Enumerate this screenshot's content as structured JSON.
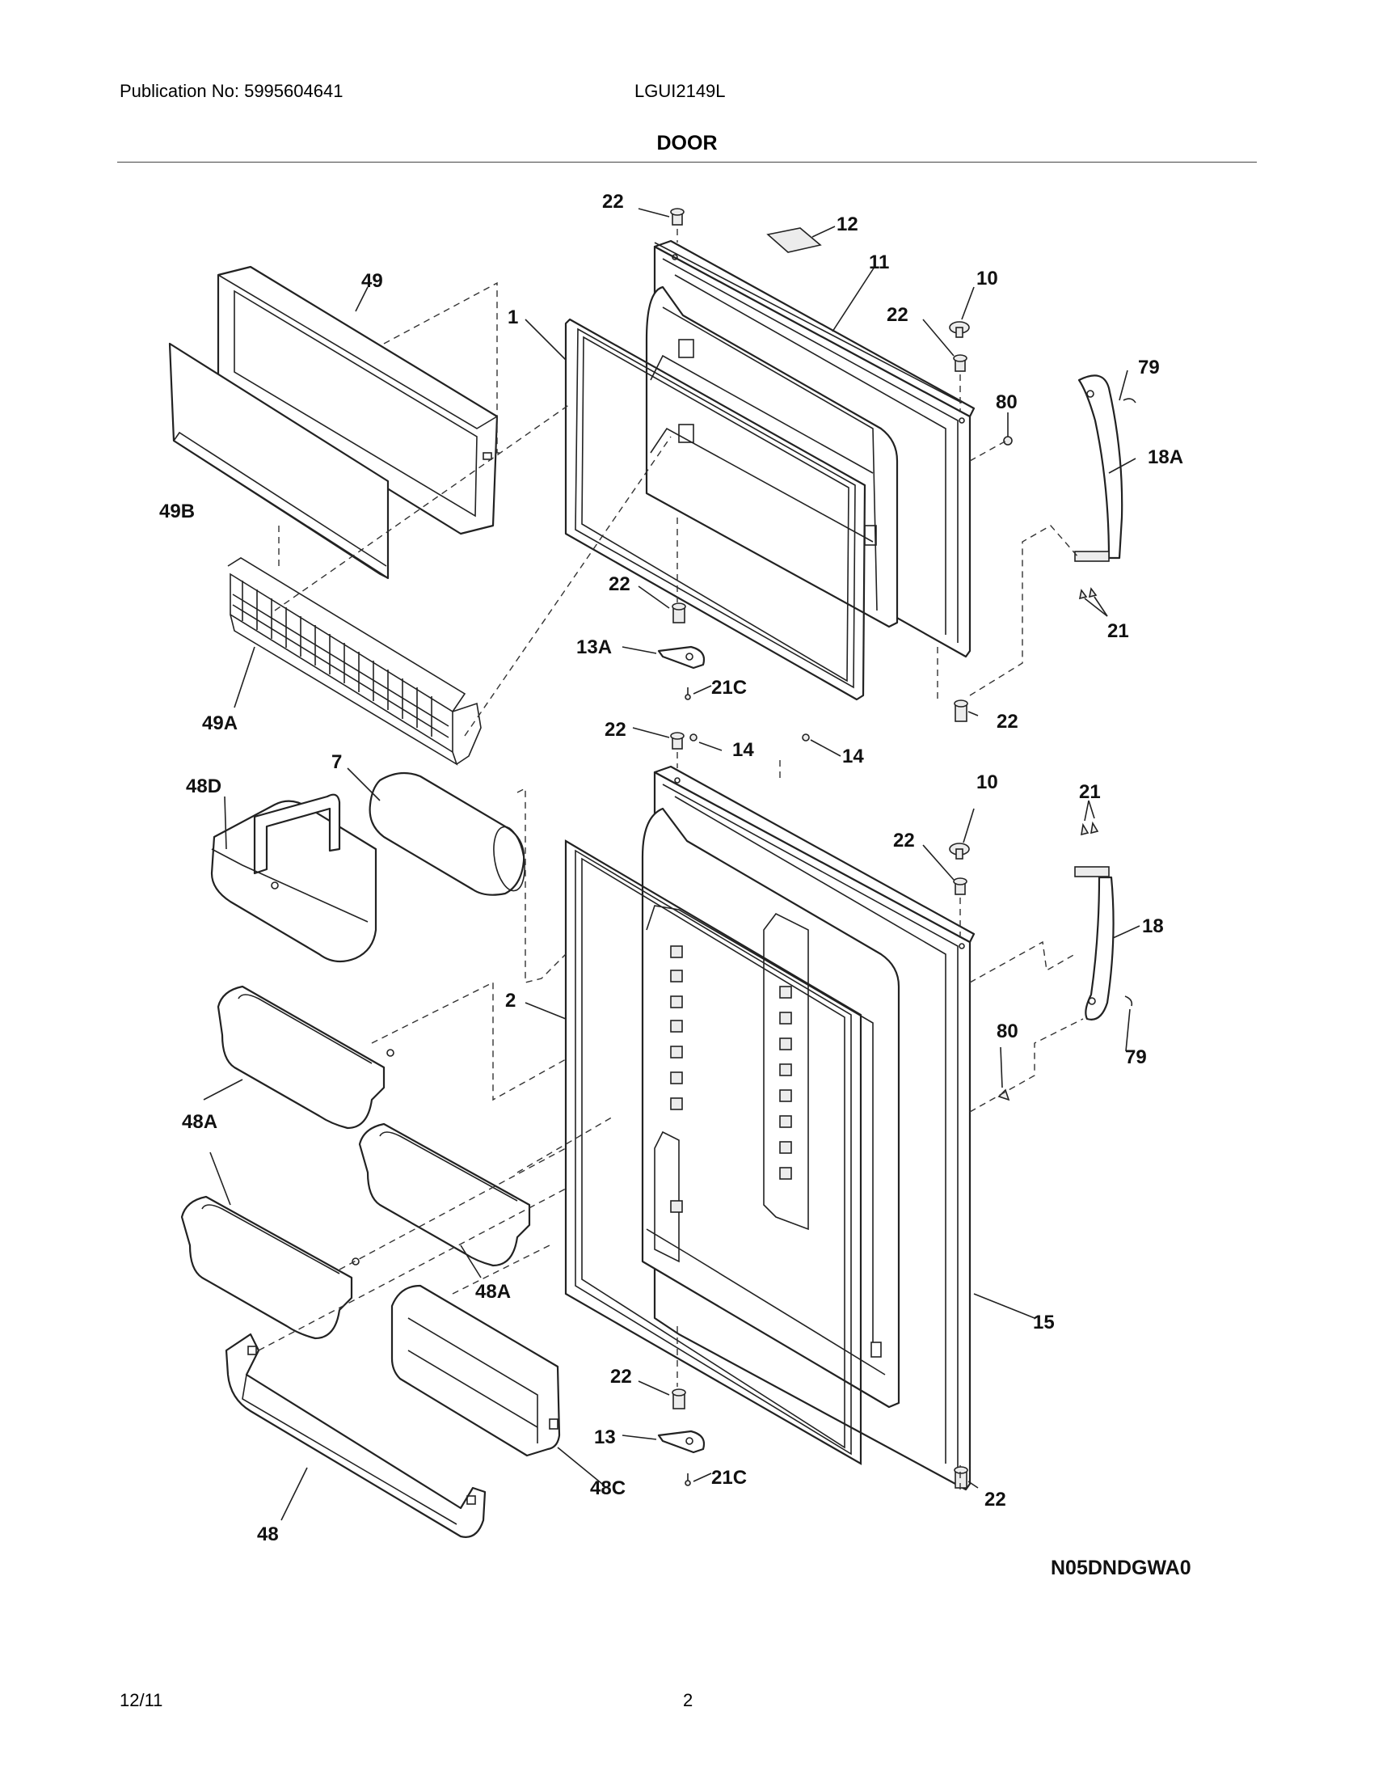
{
  "header": {
    "publication": "Publication No: 5995604641",
    "model": "LGUI2149L",
    "section_title": "DOOR"
  },
  "footer": {
    "date": "12/11",
    "page_number": "2"
  },
  "diagram": {
    "drawing_code": "N05DNDGWA0",
    "callouts": {
      "c22_a": "22",
      "c12": "12",
      "c11": "11",
      "c10_a": "10",
      "c22_b": "22",
      "c49": "49",
      "c1": "1",
      "c79_a": "79",
      "c80_a": "80",
      "c18a": "18A",
      "c49b": "49B",
      "c22_c": "22",
      "c13a": "13A",
      "c21_a": "21",
      "c21c_a": "21C",
      "c49a": "49A",
      "c22_d": "22",
      "c22_e": "22",
      "c14_a": "14",
      "c14_b": "14",
      "c7": "7",
      "c48d": "48D",
      "c10_b": "10",
      "c22_f": "22",
      "c21_b": "21",
      "c18": "18",
      "c2": "2",
      "c80_b": "80",
      "c79_b": "79",
      "c48a_a": "48A",
      "c48a_b": "48A",
      "c15": "15",
      "c22_g": "22",
      "c13": "13",
      "c48c": "48C",
      "c21c_b": "21C",
      "c48": "48",
      "c22_h": "22"
    }
  }
}
